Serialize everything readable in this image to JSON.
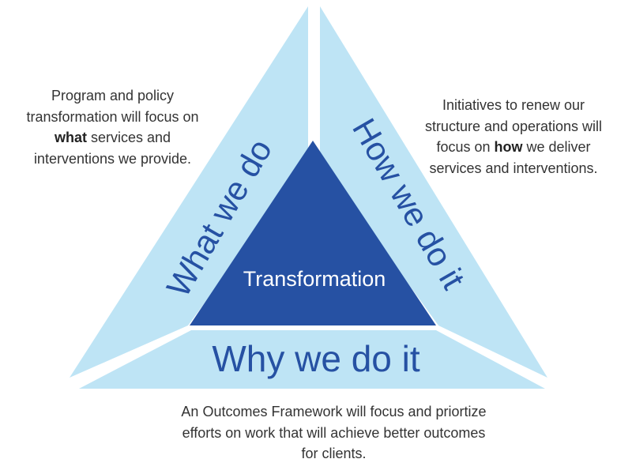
{
  "colors": {
    "light": "#bee4f5",
    "dark": "#2651a3",
    "label": "#2651a3",
    "text": "#333333"
  },
  "center_label": "Transformation",
  "sides": {
    "what": "What we do",
    "how": "How we do it",
    "why": "Why we do it"
  },
  "descriptions": {
    "what": {
      "pre": "Program and policy transformation will focus on ",
      "bold": "what",
      "post": " services and interventions we provide."
    },
    "how": {
      "pre": "Initiatives to renew our structure and operations will focus on ",
      "bold": "how",
      "post": " we deliver services and interventions."
    },
    "why": {
      "text": "An Outcomes Framework will focus and priortize efforts on work that will achieve better outcomes for clients."
    }
  }
}
